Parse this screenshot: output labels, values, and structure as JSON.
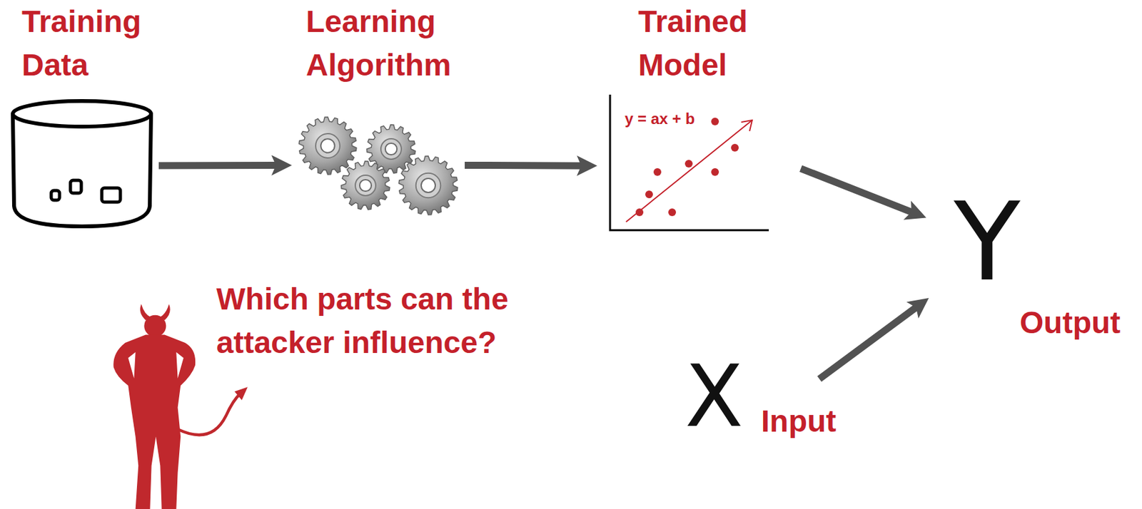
{
  "diagram": {
    "nodes": [
      {
        "text": [
          "Training Data"
        ]
      },
      {
        "text": [
          "Learning Algorithm"
        ]
      },
      {
        "text": [
          "Trained Model",
          "y = ax + b"
        ]
      },
      {
        "text": [
          "Y",
          "Output"
        ]
      },
      {
        "text": [
          "X",
          "Input"
        ]
      }
    ],
    "edges": [
      {
        "from": 0,
        "to": 1,
        "arrow": "to"
      },
      {
        "from": 1,
        "to": 2,
        "arrow": "to"
      },
      {
        "from": 2,
        "to": 3,
        "arrow": "to"
      },
      {
        "from": 4,
        "to": 3,
        "arrow": "to"
      }
    ],
    "labels": [
      "Which parts can the attacker influence?"
    ]
  }
}
